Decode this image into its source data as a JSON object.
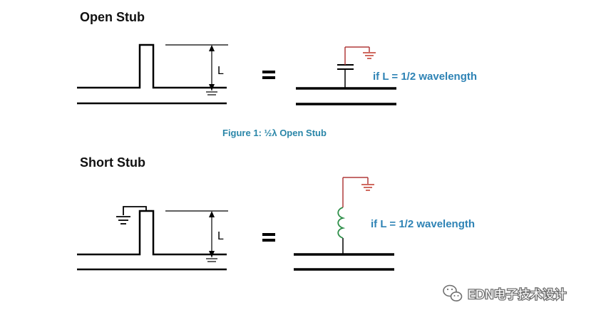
{
  "open_stub": {
    "title": "Open Stub",
    "length_label": "L",
    "equals": "=",
    "condition": "if L = 1/2 wavelength"
  },
  "figure_caption": "Figure 1: ½λ Open Stub",
  "short_stub": {
    "title": "Short Stub",
    "length_label": "L",
    "equals": "=",
    "condition": "if L = 1/2 wavelength"
  },
  "watermark": {
    "text": "EDN电子技术设计",
    "icon": "wechat-icon"
  },
  "colors": {
    "condition_text": "#2e83b5",
    "caption_text": "#2a86a8",
    "ground_symbol": "#c0392b",
    "ground_wire": "#b03a3a",
    "line": "#000000",
    "inductor": "#2f8f4a"
  }
}
